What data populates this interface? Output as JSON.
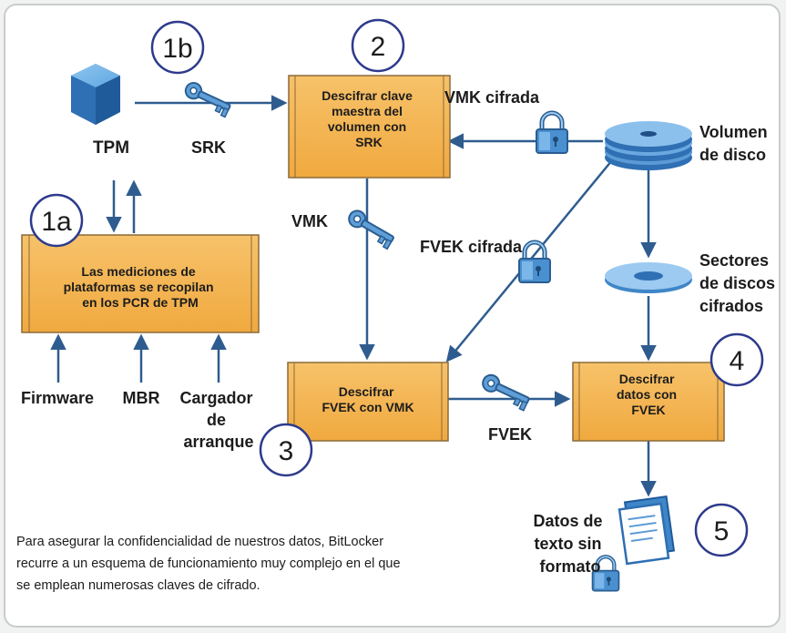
{
  "steps": {
    "s1a": "1a",
    "s1b": "1b",
    "s2": "2",
    "s3": "3",
    "s4": "4",
    "s5": "5"
  },
  "labels": {
    "tpm": "TPM",
    "srk": "SRK",
    "vmk": "VMK",
    "vmk_cifrada": "VMK cifrada",
    "fvek_cifrada": "FVEK cifrada",
    "fvek": "FVEK",
    "volumen": [
      "Volumen",
      "de disco"
    ],
    "sectores": [
      "Sectores",
      "de discos",
      "cifrados"
    ],
    "datos": [
      "Datos de",
      "texto sin",
      "formato"
    ],
    "firmware": "Firmware",
    "mbr": "MBR",
    "cargador": [
      "Cargador",
      "de",
      "arranque"
    ]
  },
  "boxes": {
    "mediciones": [
      "Las mediciones de",
      "plataformas se recopilan",
      "en los PCR de TPM"
    ],
    "descifrar_vmk": [
      "Descifrar clave",
      "maestra del",
      "volumen con",
      "SRK"
    ],
    "descifrar_fvek": [
      "Descifrar",
      "FVEK con VMK"
    ],
    "descifrar_datos": [
      "Descifrar",
      "datos con",
      "FVEK"
    ]
  },
  "caption": [
    "Para asegurar la confidencialidad de nuestros datos, BitLocker",
    "recurre a un esquema de funcionamiento muy complejo en el que",
    "se emplean numerosas claves de cifrado."
  ],
  "colors": {
    "box_fill": "#f5b454",
    "box_border": "#8a6a3a",
    "arrow": "#2f5c8f",
    "icon_blue": "#3f86c8",
    "circle_border": "#2d3a8c"
  }
}
